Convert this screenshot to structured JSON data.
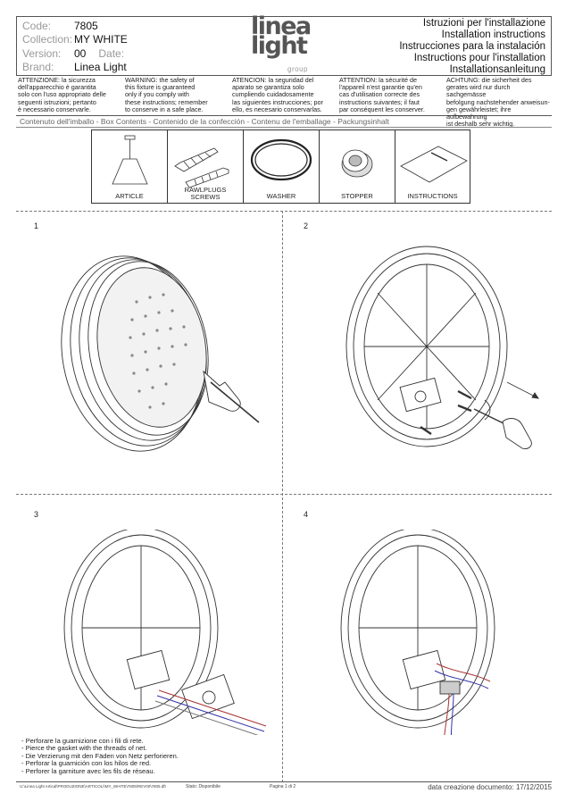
{
  "header": {
    "labels": {
      "code": "Code:",
      "collection": "Collection:",
      "version": "Version:",
      "brand": "Brand:",
      "date": "Date:"
    },
    "values": {
      "code": "7805",
      "collection": "MY WHITE",
      "version": "00",
      "brand": "Linea Light"
    },
    "logo": {
      "line1": "linea",
      "line2": "light",
      "group": "group"
    },
    "install_titles": [
      "Istruzioni per l'installazione",
      "Installation instructions",
      "Instrucciones para la instalación",
      "Instructions pour l'installation",
      "Installationsanleitung"
    ]
  },
  "warnings": [
    [
      "ATTENZIONE: la sicurezza",
      "dell'apparecchio è garantita",
      "solo con l'uso appropriato delle",
      "seguenti istruzioni; pertanto",
      "è necessario conservarle."
    ],
    [
      "WARNING: the safety of",
      "this fixture is guaranteed",
      "only if you comply with",
      "these instructions; remember",
      "to conserve in a safe place."
    ],
    [
      "ATENCION: la seguridad del",
      "aparato se garantiza solo",
      "cumpliendo cuidadosamente",
      "las siguientes instrucciones; por",
      "ello, es necesario conservarlas."
    ],
    [
      "ATTENTION: la sécurité de",
      "l'appareil n'est garantie qu'en",
      "cas d'utilisation correcte des",
      "instructions suivantes; il faut",
      "par conséquent les conserver."
    ],
    [
      "ACHTUNG: die sicherheit des",
      "gerates wird nur durch sachgemässe",
      "befolgung nachstehender anweisun-",
      "gen gewährleistet; ihre aufbewahrung",
      "ist deshalb sehr wichtig."
    ]
  ],
  "contents_title": "Contenuto dell'imballo - Box Contents - Contenido de la confección - Contenu de l'emballage - Packungsinhalt",
  "boxes": [
    {
      "label": "ARTICLE",
      "icon": "pendant-lamp-icon"
    },
    {
      "label": "RAWLPLUGS\nSCREWS",
      "icon": "rawlplug-screw-icon"
    },
    {
      "label": "WASHER",
      "icon": "washer-ring-icon"
    },
    {
      "label": "STOPPER",
      "icon": "stopper-icon"
    },
    {
      "label": "INSTRUCTIONS",
      "icon": "instructions-sheet-icon"
    }
  ],
  "steps": [
    "1",
    "2",
    "3",
    "4"
  ],
  "instructions": [
    "- Perforare la guarnizione con i fili di rete.",
    "- Pierce the gasket with the threads of net.",
    "- Die Verzierung mit den Fäden von Netz perforieren.",
    "- Perforar la guarnición con los hilos de red.",
    "- Perforer la garniture avec les fils de réseau."
  ],
  "footer": {
    "path": "U:\\Linea Light Artical\\PRODUZIONE\\ARTICOLI\\MY_WHITE\\7805\\REV00\\7805.dft",
    "status": "Stato: Disponibile",
    "page": "Pagina   1  di  2",
    "date": "data creazione documento: 17/12/2015"
  }
}
